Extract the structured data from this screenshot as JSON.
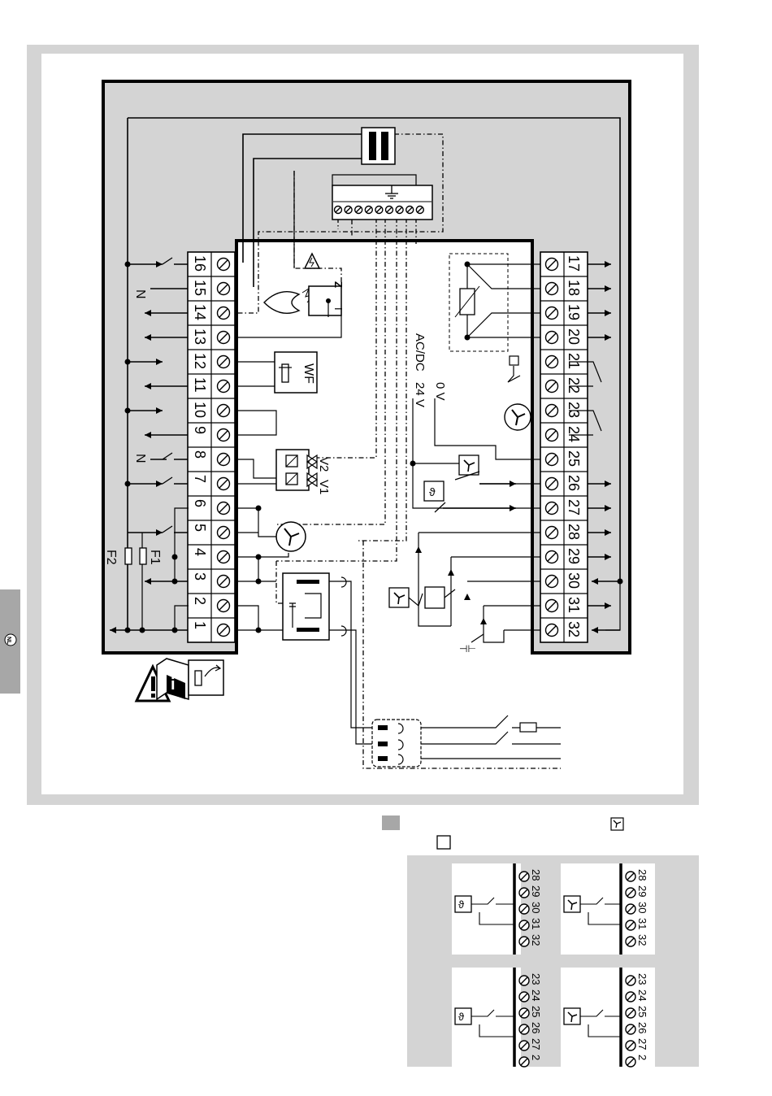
{
  "side_tab": {
    "label": "NL"
  },
  "left_terminals": [
    "1",
    "2",
    "3",
    "4",
    "5",
    "6",
    "7",
    "8",
    "9",
    "10",
    "11",
    "12",
    "13",
    "14",
    "15",
    "16"
  ],
  "right_terminals": [
    "17",
    "18",
    "19",
    "20",
    "21",
    "22",
    "23",
    "24",
    "25",
    "26",
    "27",
    "28",
    "29",
    "30",
    "31",
    "32"
  ],
  "labels": {
    "n_top": "N",
    "n_mid": "N",
    "f1": "F1",
    "f2": "F2",
    "v1": "V1",
    "v2": "V2",
    "wf": "WF",
    "acdc": "AC/DC",
    "v24": "24 V",
    "v0": "0 V"
  },
  "detail_panels": [
    {
      "terminals": [
        "28",
        "29",
        "30",
        "31",
        "32"
      ]
    },
    {
      "terminals": [
        "28",
        "29",
        "30",
        "31",
        "32"
      ]
    },
    {
      "terminals": [
        "23",
        "24",
        "25",
        "26",
        "27",
        "2"
      ]
    },
    {
      "terminals": [
        "23",
        "24",
        "25",
        "26",
        "27",
        "2"
      ]
    }
  ],
  "icons": [
    "warning-triangle-icon",
    "info-book-icon",
    "fan-icon",
    "thermostat-icon",
    "flame-icon",
    "valve-icon",
    "earth-icon",
    "fuse-icon",
    "switch-icon"
  ]
}
